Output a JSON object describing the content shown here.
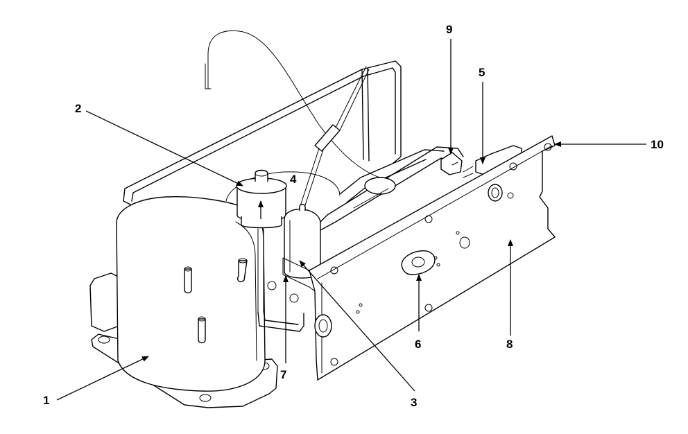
{
  "callouts": [
    {
      "id": "1",
      "label": "1"
    },
    {
      "id": "2",
      "label": "2"
    },
    {
      "id": "3",
      "label": "3"
    },
    {
      "id": "4",
      "label": "4"
    },
    {
      "id": "5",
      "label": "5"
    },
    {
      "id": "6",
      "label": "6"
    },
    {
      "id": "7",
      "label": "7"
    },
    {
      "id": "8",
      "label": "8"
    },
    {
      "id": "9",
      "label": "9"
    },
    {
      "id": "10",
      "label": "10"
    }
  ],
  "colors": {
    "line": "#000000",
    "background": "#ffffff"
  }
}
